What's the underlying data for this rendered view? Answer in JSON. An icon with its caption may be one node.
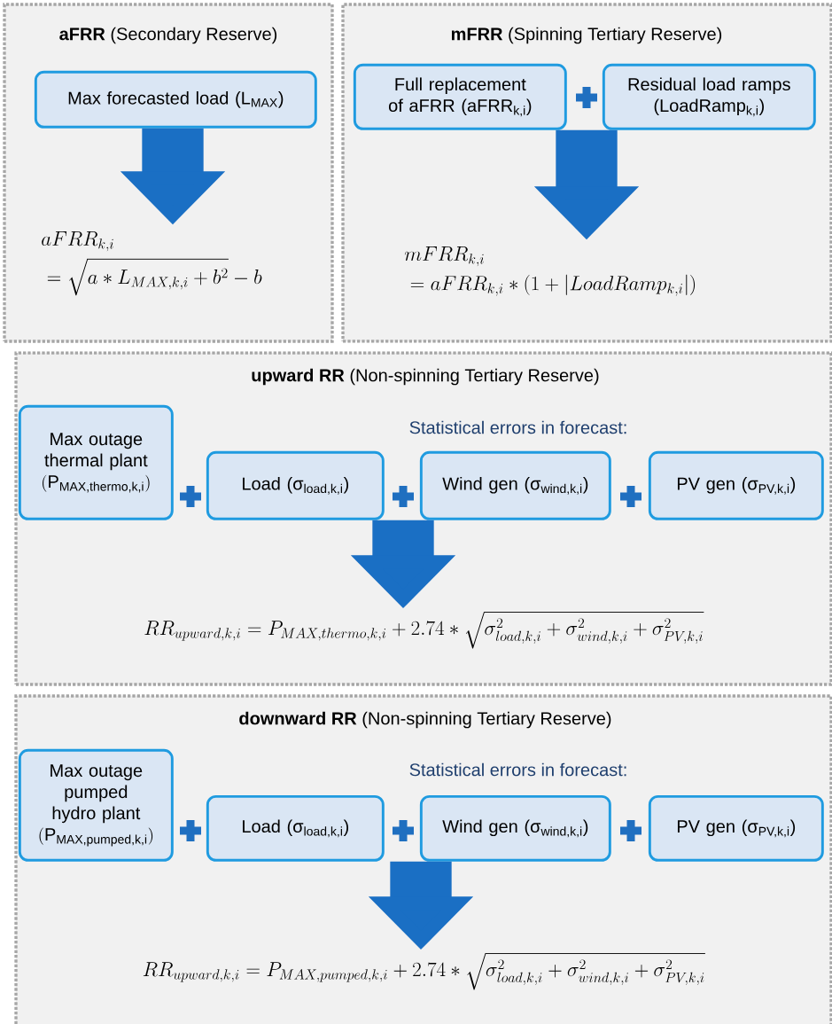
{
  "diagram": {
    "nodes": [
      {
        "text": [
          "**aFRR** (Secondary Reserve)"
        ]
      },
      {
        "text": [
          "Max forecasted load (L$_{MAX}$)"
        ],
        "in": 0
      },
      {
        "text": [
          "\\begin{aligned}&aFRR_{k,i}\\\\&=\\sqrt{a*L_{MAX,k,i}+b^{2}}-b\\end{aligned}"
        ],
        "in": 0
      },
      {
        "text": [
          "**mFRR** (Spinning Tertiary Reserve)"
        ]
      },
      {
        "text": [
          "Full replacement of aFRR (aFRR$_{k,i}$)"
        ],
        "in": 3
      },
      {
        "text": [
          "Residual load ramps (LoadRamp$_{k,i}$)"
        ],
        "in": 3
      },
      {
        "text": [
          "\\begin{aligned}&mFRR_{k,i}\\\\&=aFRR_{k,i}*\\left(1+\\left|LoadRamp_{k,i}\\right|\\right)\\end{aligned}"
        ],
        "in": 3
      },
      {
        "text": [
          "**upward RR** (Non-spinning Tertiary Reserve)",
          "Statistical errors in forecast:"
        ]
      },
      {
        "text": [
          "Max outage thermal plant",
          "(\\text{P}_{\\text{MAX,thermo,k,i}})"
        ],
        "in": 7
      },
      {
        "text": [
          "Load (σ$_{load,k,i}$)"
        ],
        "in": 7
      },
      {
        "text": [
          "Wind gen (σ$_{wind,k,i}$)"
        ],
        "in": 7
      },
      {
        "text": [
          "PV gen (σ$_{PV,k,i}$)"
        ],
        "in": 7
      },
      {
        "text": [
          "RR_{upward,k,i}=P_{MAX,thermo,k,i}+2.74*\\sqrt{\\sigma_{load,k,i}^{2}+\\sigma_{wind,k,i}^{2}+\\sigma_{PV,k,i}^{2}}"
        ],
        "in": 7
      },
      {
        "text": [
          "**downward RR** (Non-spinning Tertiary Reserve)",
          "Statistical errors in forecast:"
        ]
      },
      {
        "text": [
          "Max outage pumped hydro plant",
          "(\\text{P}_{\\text{MAX,pumped,k,i}})"
        ],
        "in": 13
      },
      {
        "text": [
          "Load (σ$_{load,k,i}$)"
        ],
        "in": 13
      },
      {
        "text": [
          "Wind gen (σ$_{wind,k,i}$)"
        ],
        "in": 13
      },
      {
        "text": [
          "PV gen (σ$_{PV,k,i}$)"
        ],
        "in": 13
      },
      {
        "text": [
          "RR_{upward,k,i}=P_{MAX,pumped,k,i}+2.74*\\sqrt{\\sigma_{load,k,i}^{2}+\\sigma_{wind,k,i}^{2}+\\sigma_{PV,k,i}^{2}}"
        ],
        "in": 13
      }
    ],
    "edges": [
      {
        "from": 1,
        "to": 2,
        "arrow": "to"
      },
      {
        "from": 4,
        "to": 6,
        "arrow": "to"
      },
      {
        "from": 5,
        "to": 6,
        "arrow": "to"
      },
      {
        "from": 9,
        "to": 12,
        "arrow": "to"
      },
      {
        "from": 10,
        "to": 12,
        "arrow": "to"
      },
      {
        "from": 15,
        "to": 18,
        "arrow": "to"
      },
      {
        "from": 16,
        "to": 18,
        "arrow": "to"
      }
    ]
  }
}
